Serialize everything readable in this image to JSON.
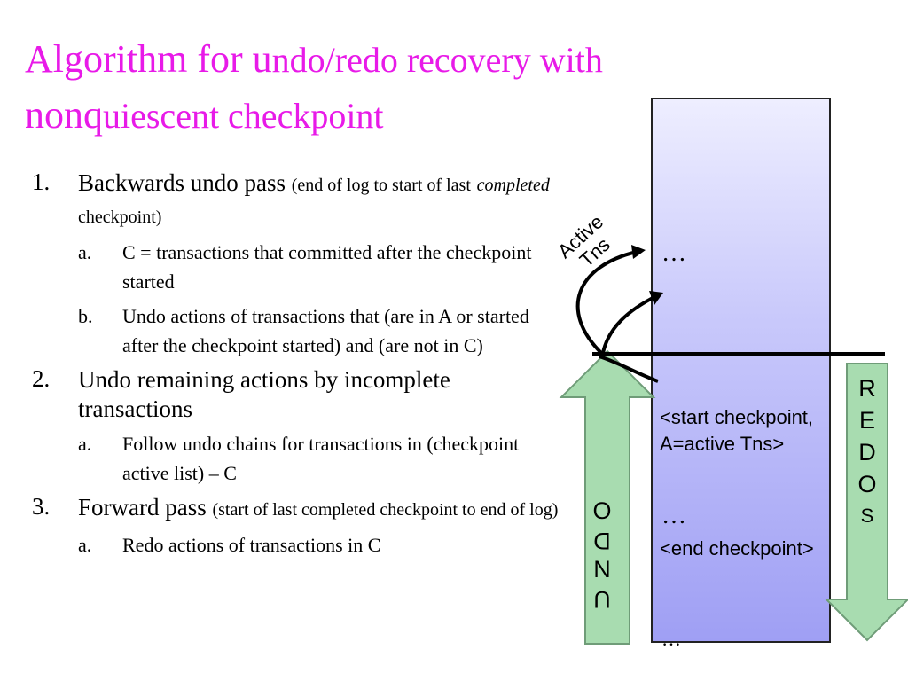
{
  "title": {
    "line1_part1": "Algorithm for u",
    "line1_part2": "ndo/redo recovery with",
    "line2_part1": "nonq",
    "line2_part2": "uiescent checkpoint"
  },
  "steps": [
    {
      "num": "1.",
      "main": "Backwards undo pass",
      "note_part1": "(end of log to start of last",
      "note_italic": "completed",
      "note_part2": "checkpoint)",
      "subs": [
        {
          "letter": "a.",
          "text": "C = transactions that committed after the checkpoint started"
        },
        {
          "letter": "b.",
          "text": "Undo actions of transactions that (are in A or started after the checkpoint started) and (are not in C)"
        }
      ]
    },
    {
      "num": "2.",
      "main": "Undo remaining actions by incomplete transactions",
      "subs": [
        {
          "letter": "a.",
          "text": "Follow undo chains for transactions in (checkpoint active list) – C"
        }
      ]
    },
    {
      "num": "3.",
      "main": "Forward pass",
      "note": "(start of last completed checkpoint to end of log)",
      "subs": [
        {
          "letter": "a.",
          "text": "Redo actions of transactions in C"
        }
      ]
    }
  ],
  "diagram": {
    "log_top_dots": "…",
    "log_mid_dots": "…",
    "log_bottom_dots": "…",
    "start_checkpoint": "<start checkpoint, A=active Tns>",
    "end_checkpoint": "<end checkpoint>",
    "active_label": "Active Tns",
    "undo_letters": [
      "O",
      "D",
      "N",
      "U"
    ],
    "redo_letters": [
      "R",
      "E",
      "D",
      "O",
      "S"
    ],
    "colors": {
      "title": "#e81ae8",
      "undo_arrow_fill": "#a8dcb0",
      "redo_arrow_fill": "#a8dcb0",
      "log_fill_top": "#eeeeff",
      "log_fill_bottom": "#9f9ff4"
    }
  }
}
